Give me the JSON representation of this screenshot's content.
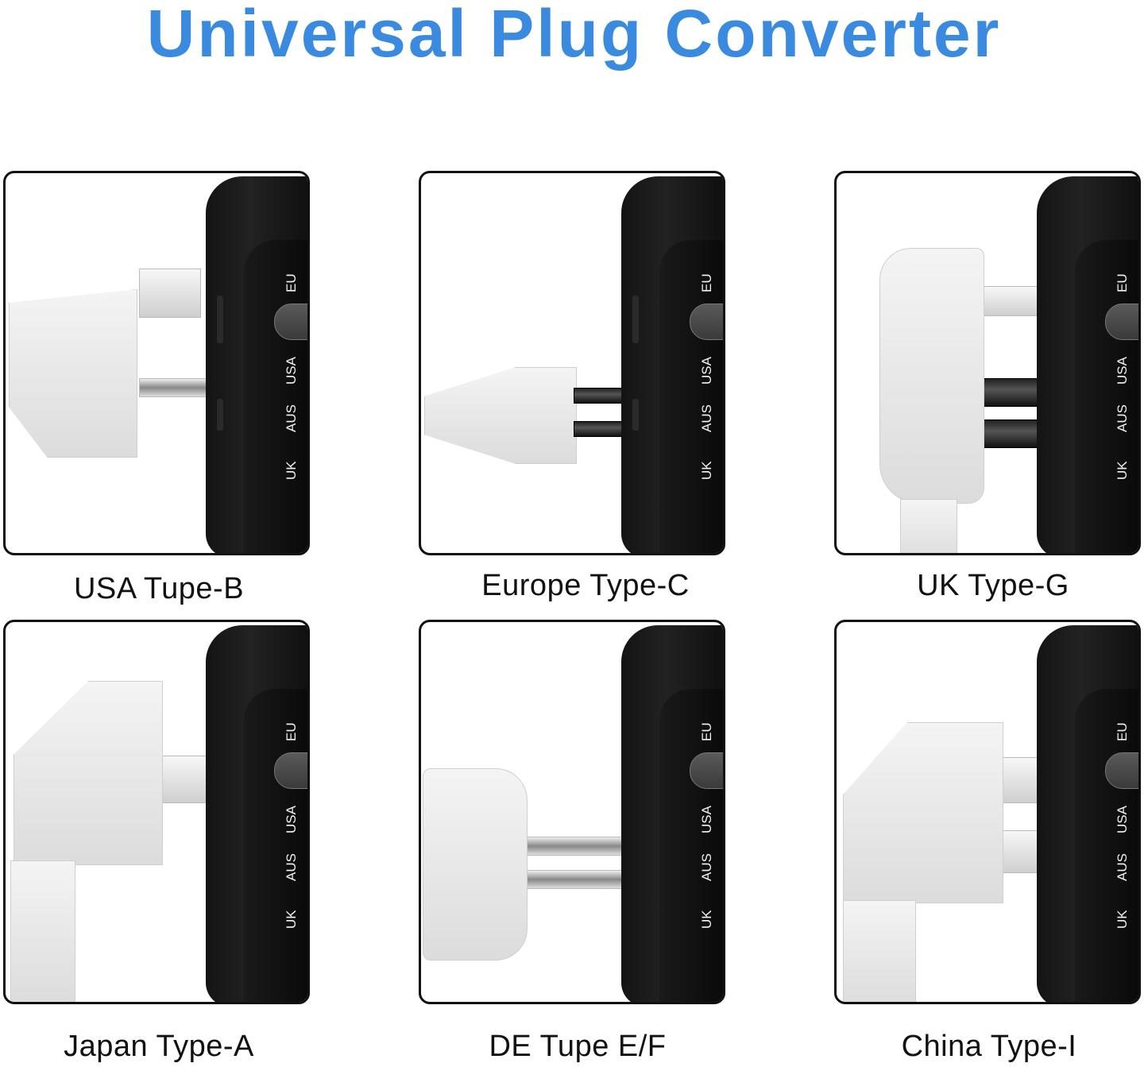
{
  "title": "Universal Plug Converter",
  "colors": {
    "title": "#3a8be0",
    "device": "#111111",
    "plug": "#e8e8e8",
    "border": "#111111"
  },
  "device_labels": [
    "EU",
    "USA",
    "AUS",
    "UK"
  ],
  "panels": [
    {
      "caption": "USA Tupe-B",
      "plug_type": "usa-type-b"
    },
    {
      "caption": "Europe Type-C",
      "plug_type": "europe-type-c"
    },
    {
      "caption": "UK Type-G",
      "plug_type": "uk-type-g"
    },
    {
      "caption": "Japan Type-A",
      "plug_type": "japan-type-a"
    },
    {
      "caption": "DE Tupe E/F",
      "plug_type": "de-type-ef"
    },
    {
      "caption": "China Type-I",
      "plug_type": "china-type-i"
    }
  ]
}
